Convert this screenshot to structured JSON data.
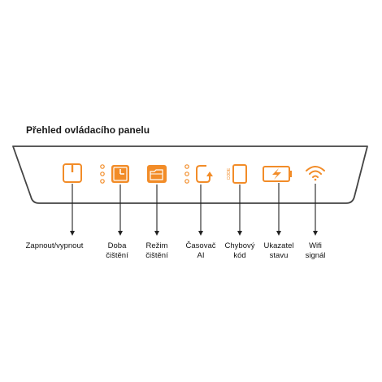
{
  "panel": {
    "title": "Přehled ovládacího panelu",
    "accent_color": "#f28c28",
    "outline_color": "#444444"
  },
  "controls": [
    {
      "icon": "power-icon",
      "label": "Zapnout/vypnout"
    },
    {
      "icon": "clock-icon",
      "label": "Doba\nčištění"
    },
    {
      "icon": "folder-icon",
      "label": "Režim\nčištění"
    },
    {
      "icon": "timer-icon",
      "label": "Časovač\nAI"
    },
    {
      "icon": "error-code-icon",
      "label": "Chybový\nkód",
      "icon_text": "CODE"
    },
    {
      "icon": "battery-icon",
      "label": "Ukazatel\nstavu"
    },
    {
      "icon": "wifi-icon",
      "label": "Wifi\nsignál"
    }
  ]
}
